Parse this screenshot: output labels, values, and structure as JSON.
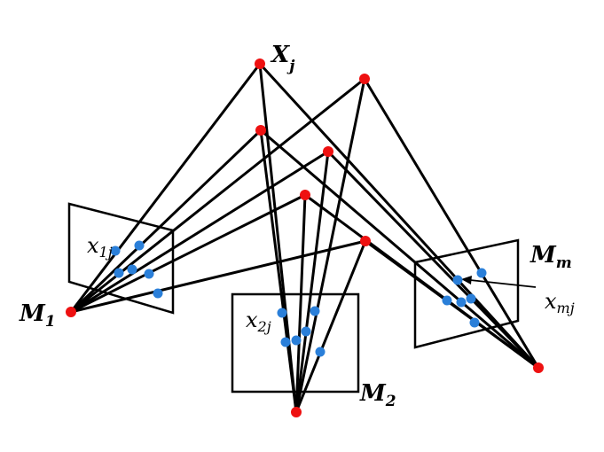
{
  "labels": {
    "point_main": "X",
    "point_sub": "j",
    "cam1_main": "M",
    "cam1_sub": "1",
    "cam2_main": "M",
    "cam2_sub": "2",
    "camm_main": "M",
    "camm_sub": "m",
    "proj1_main": "x",
    "proj1_sub": "1j",
    "proj2_main": "x",
    "proj2_sub": "2j",
    "projm_main": "x",
    "projm_sub": "mj"
  },
  "colors": {
    "world_point": "#ee1111",
    "camera_center": "#ee1111",
    "projection": "#2a7fd9",
    "line": "#000000"
  }
}
